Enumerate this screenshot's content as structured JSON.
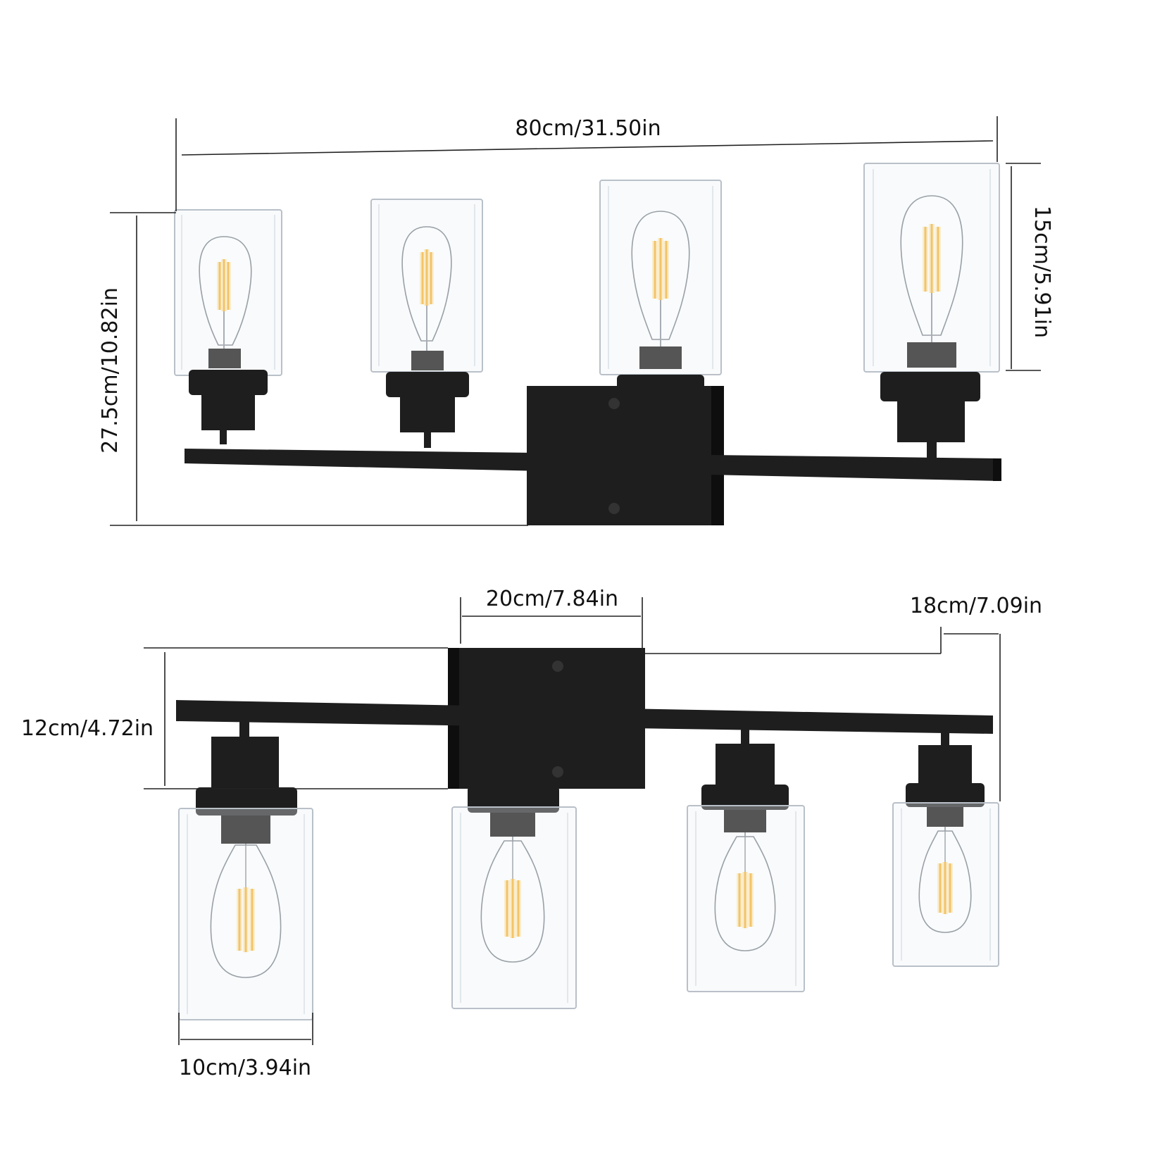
{
  "dimensions": {
    "total_width": "80cm/31.50in",
    "total_height": "27.5cm/10.82in",
    "shade_height": "15cm/5.91in",
    "backplate_width": "20cm/7.84in",
    "extension": "18cm/7.09in",
    "backplate_height": "12cm/4.72in",
    "shade_diameter": "10cm/3.94in"
  },
  "colors": {
    "finish": "#1e1e1e",
    "glass_edge": "#b9c0c8",
    "filament": "#f2c46a"
  }
}
